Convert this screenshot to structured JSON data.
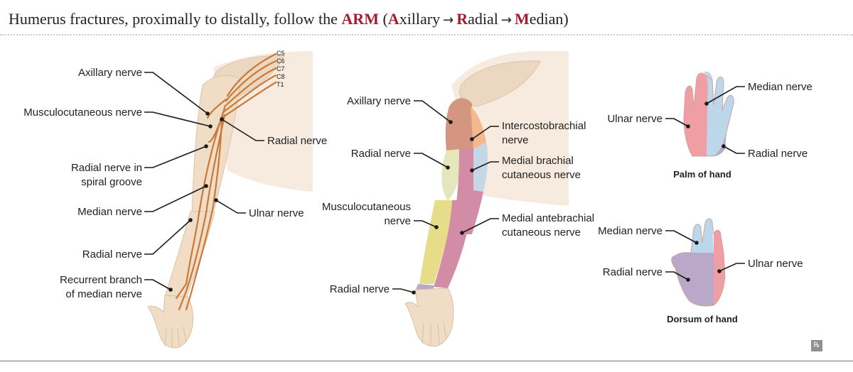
{
  "title": {
    "prefix": "Humerus fractures, proximally to distally, follow the ",
    "acronym": "ARM",
    "open_paren": " (",
    "a_letter": "A",
    "a_rest": "xillary",
    "r_letter": "R",
    "r_rest": "adial",
    "m_letter": "M",
    "m_rest": "edian",
    "close_paren": ")",
    "arrow": "→"
  },
  "colors": {
    "accent": "#a51c30",
    "skin": "#f1dcc6",
    "nerve": "#c87a3a",
    "axillary_zone": "#d49680",
    "radial_zone": "#e5e6bc",
    "musculocutaneous_zone": "#e6dc8a",
    "medial_antebrachial_zone": "#d28ca6",
    "intercostobrachial_zone": "#f3b88d",
    "medial_brachial_zone": "#c5d6e6",
    "median_zone": "#bcd6ea",
    "ulnar_zone": "#ef9fa3",
    "radial_hand_zone": "#b9a8c8"
  },
  "left_panel": {
    "roots": [
      "C5",
      "C6",
      "C7",
      "C8",
      "T1"
    ],
    "labels": {
      "axillary": "Axillary nerve",
      "musculocutaneous": "Musculocutaneous nerve",
      "radial_nerve": "Radial nerve",
      "spiral_line1": "Radial nerve in",
      "spiral_line2": "spiral groove",
      "median": "Median nerve",
      "ulnar": "Ulnar nerve",
      "radial_forearm": "Radial nerve",
      "recurrent_line1": "Recurrent branch",
      "recurrent_line2": "of median nerve"
    }
  },
  "middle_panel": {
    "labels": {
      "axillary": "Axillary nerve",
      "radial": "Radial nerve",
      "musculo_line1": "Musculocutaneous",
      "musculo_line2": "nerve",
      "radial_hand": "Radial nerve",
      "intercosto_line1": "Intercostobrachial",
      "intercosto_line2": "nerve",
      "medial_brachial_line1": "Medial brachial",
      "medial_brachial_line2": "cutaneous nerve",
      "medial_ante_line1": "Medial antebrachial",
      "medial_ante_line2": "cutaneous nerve"
    }
  },
  "right_panel": {
    "palm": {
      "caption": "Palm of hand",
      "median": "Median nerve",
      "ulnar": "Ulnar nerve",
      "radial": "Radial nerve"
    },
    "dorsum": {
      "caption": "Dorsum of hand",
      "median": "Median nerve",
      "ulnar": "Ulnar nerve",
      "radial": "Radial nerve"
    }
  },
  "logo_text": "℞"
}
